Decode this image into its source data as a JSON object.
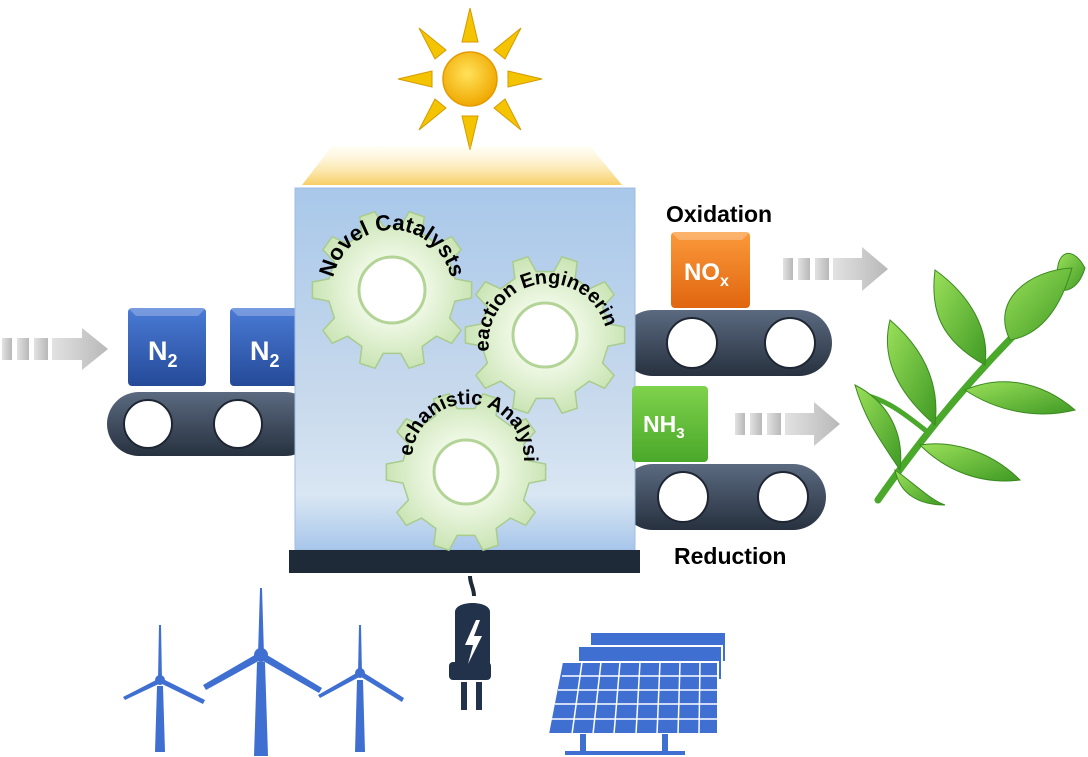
{
  "inputs": {
    "molecule_1": "N",
    "molecule_1_sub": "2",
    "molecule_2": "N",
    "molecule_2_sub": "2"
  },
  "outputs": {
    "oxidation_label": "Oxidation",
    "oxidation_product": "NO",
    "oxidation_product_sub": "x",
    "reduction_label": "Reduction",
    "reduction_product": "NH",
    "reduction_product_sub": "3"
  },
  "gears": {
    "novel_catalysts": "Novel Catalysts",
    "reaction_engineering": "Reaction Engineering",
    "mechanistic_analysis": "Mechanistic Analysis"
  },
  "colors": {
    "n2_block": "#2f5cb5",
    "nox_block": "#f07a1e",
    "nh3_block": "#5fbd34",
    "conveyor": "#3c4a5e",
    "reactor": "#b9d3ec",
    "gear": "#d7eec4",
    "sun": "#f4b800",
    "renewables": "#3f6fd1",
    "leaf": "#5db234"
  },
  "icons": [
    "sun-icon",
    "wind-turbine-icon",
    "power-plug-icon",
    "solar-panel-icon",
    "leaf-branch-icon",
    "arrow-icon",
    "gear-icon"
  ]
}
